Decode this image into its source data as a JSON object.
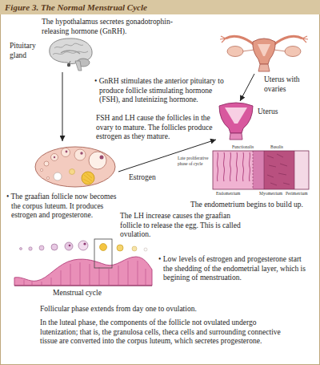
{
  "diagram": {
    "title": "Figure 3. The Normal Menstrual Cycle",
    "nodes": [
      {
        "text": [
          "Pituitary gland"
        ]
      },
      {
        "text": [
          "Uterus with ovaries"
        ]
      },
      {
        "text": [
          "Uterus"
        ]
      },
      {
        "text": [
          "• The graafian follicle now becomes the corpus luteum. It produces estrogen and progesterone."
        ]
      }
    ],
    "edges": [
      {
        "from": 0,
        "to": 3,
        "arrow": "to"
      },
      {
        "from": 3,
        "to": 2,
        "label": "Estrogen",
        "arrow": "to"
      },
      {
        "from": 1,
        "to": 2,
        "arrow": "to"
      }
    ],
    "labels": [
      "The hypothalamus secretes gonadotrophin-releasing hormone (GnRH).",
      "• GnRH stimulates the anterior pituitary to produce follicle stimulating hormone (FSH), and luteinizing hormone.",
      "FSH and LH cause the follicles in the ovary to mature. The follicles produce estrogen as they mature.",
      "Functionalis",
      "Basalis",
      "Late proliferative phase of cycle",
      "Endometrium",
      "Myometrium",
      "Perimetrium",
      "The endometrium begins to build up.",
      "The LH increase causes the graafian follicle to release the egg. This is called ovulation.",
      "Menstrual cycle",
      "• Low levels of estrogen and progesterone start the shedding of the endometrial layer, which is begining of menstruation.",
      "Follicular phase extends from day one to ovulation.",
      "In the luteal phase, the components of the follicle not ovulated undergo lutenization; that is, the granulosa cells, theca cells and surrounding connective tissue are converted into the corpus luteum, which secretes progesterone."
    ]
  }
}
